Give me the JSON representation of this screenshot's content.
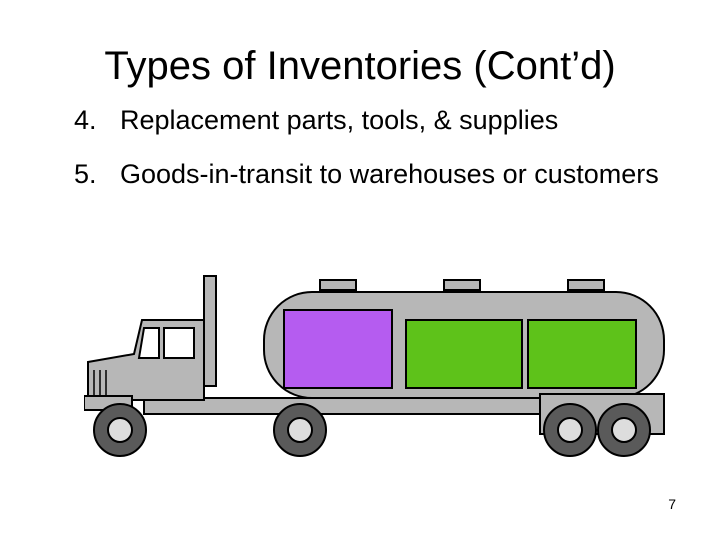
{
  "slide": {
    "title": "Types of Inventories (Cont’d)",
    "bullets": [
      {
        "number": "4.",
        "text": "Replacement parts, tools, & supplies"
      },
      {
        "number": "5.",
        "text": "Goods-in-transit to warehouses or customers"
      }
    ],
    "page_number": "7"
  },
  "illustration": {
    "subject": "tanker truck",
    "compartment_colors": [
      "#b55cf0",
      "#5ec21a",
      "#5ec21a"
    ],
    "body_color": "#b7b7b7"
  }
}
